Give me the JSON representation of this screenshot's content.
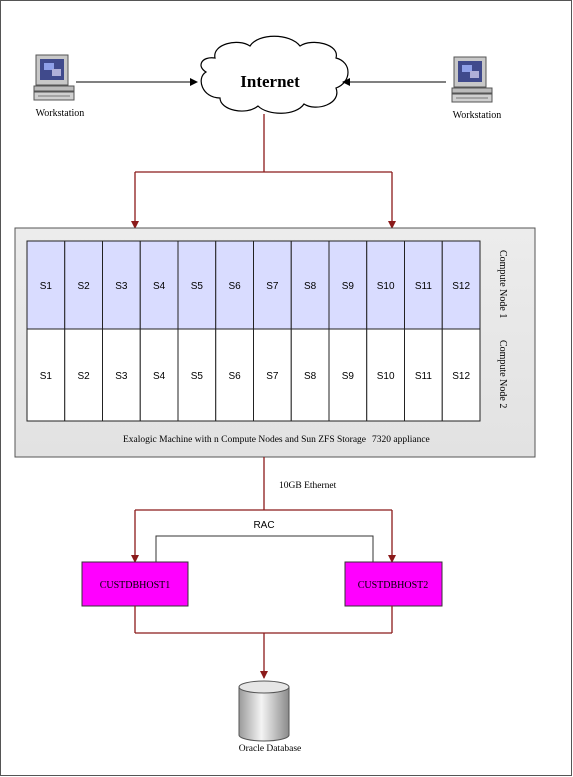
{
  "workstation_left": {
    "label": "Workstation"
  },
  "workstation_right": {
    "label": "Workstation"
  },
  "internet": {
    "label": "Internet"
  },
  "exalogic": {
    "caption": "Exalogic Machine with n Compute Nodes and Sun ZFS Storage",
    "caption_overlap": "7320 appliance",
    "node1_label": "Compute Node 1",
    "node2_label": "Compute Node 2",
    "rows": [
      [
        "S1",
        "S2",
        "S3",
        "S4",
        "S5",
        "S6",
        "S7",
        "S8",
        "S9",
        "S10",
        "S11",
        "S12"
      ],
      [
        "S1",
        "S2",
        "S3",
        "S4",
        "S5",
        "S6",
        "S7",
        "S8",
        "S9",
        "S10",
        "S11",
        "S12"
      ]
    ]
  },
  "link_label": "10GB Ethernet",
  "rac_label": "RAC",
  "db_host_1": {
    "label": "CUSTDBHOST1"
  },
  "db_host_2": {
    "label": "CUSTDBHOST2"
  },
  "database": {
    "label": "Oracle Database"
  },
  "colors": {
    "arrow": "#8b1a1a",
    "node1_fill": "#d9dcff",
    "host_fill": "#ff00ff",
    "panel_fill": "#e8e8e8"
  }
}
